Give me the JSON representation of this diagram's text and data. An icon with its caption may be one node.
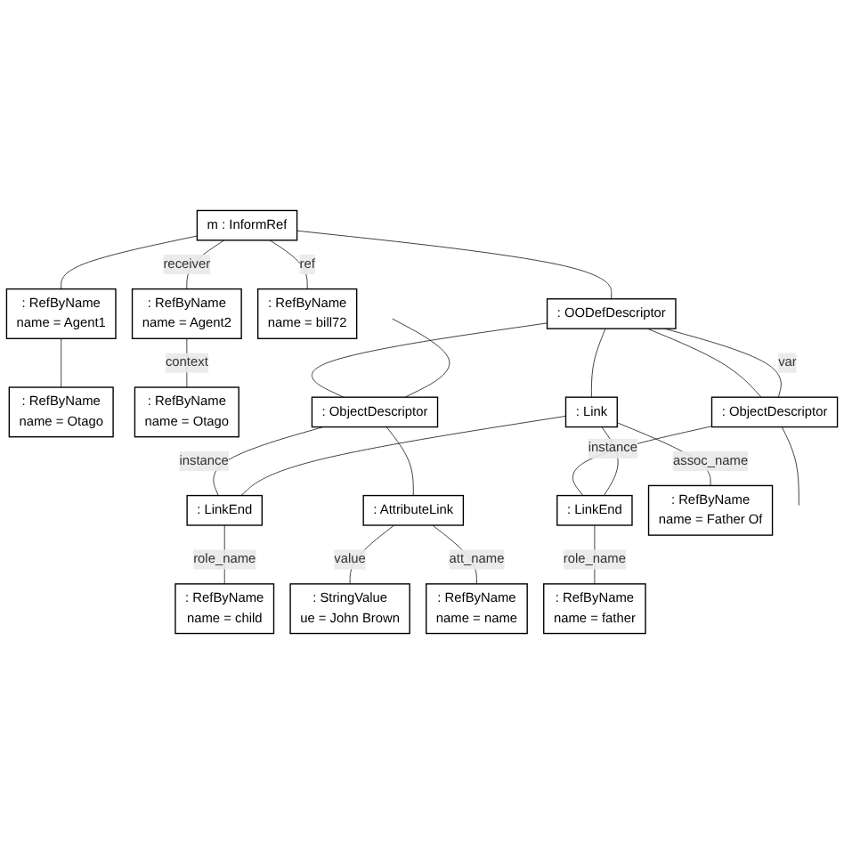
{
  "diagram": {
    "nodes": [
      {
        "text": [
          "m : InformRef"
        ]
      },
      {
        "text": [
          ": RefByName",
          "name = Agent1"
        ]
      },
      {
        "text": [
          ": RefByName",
          "name = Otago"
        ]
      },
      {
        "text": [
          ": RefByName",
          "name = Agent2"
        ]
      },
      {
        "text": [
          ": RefByName",
          "name = Otago"
        ]
      },
      {
        "text": [
          ": RefByName",
          "name = bill72"
        ]
      },
      {
        "text": [
          ": OODefDescriptor"
        ]
      },
      {
        "text": [
          ": ObjectDescriptor"
        ]
      },
      {
        "text": [
          ": Link"
        ]
      },
      {
        "text": [
          ": ObjectDescriptor"
        ]
      },
      {
        "text": [
          ": LinkEnd"
        ]
      },
      {
        "text": [
          ": LinkEnd"
        ]
      },
      {
        "text": [
          ": AttributeLink"
        ]
      },
      {
        "text": [
          ": RefByName",
          "name = child"
        ]
      },
      {
        "text": [
          ": RefByName",
          "name = father"
        ]
      },
      {
        "text": [
          ": StringValue",
          "ue = John Brown"
        ]
      },
      {
        "text": [
          ": RefByName",
          "name = name"
        ]
      },
      {
        "text": [
          ": RefByName",
          "name = Father Of"
        ]
      }
    ],
    "edges": [
      {
        "from": 0,
        "to": 1,
        "arrow": "none"
      },
      {
        "from": 1,
        "to": 2,
        "arrow": "none"
      },
      {
        "from": 0,
        "to": 3,
        "arrow": "none",
        "label": "receiver"
      },
      {
        "from": 3,
        "to": 4,
        "arrow": "none",
        "label": "context"
      },
      {
        "from": 0,
        "to": 5,
        "arrow": "none",
        "label": "ref"
      },
      {
        "from": 0,
        "to": 6,
        "arrow": "none"
      },
      {
        "from": 6,
        "to": 7,
        "arrow": "none"
      },
      {
        "from": 6,
        "to": 8,
        "arrow": "none"
      },
      {
        "from": 6,
        "to": 9,
        "arrow": "none"
      },
      {
        "from": 6,
        "to": 9,
        "arrow": "none",
        "label": "var"
      },
      {
        "from": null,
        "to": 7,
        "arrow": "none"
      },
      {
        "from": 9,
        "to": null,
        "arrow": "none"
      },
      {
        "from": 7,
        "to": 10,
        "arrow": "none",
        "label": "instance"
      },
      {
        "from": 9,
        "to": 11,
        "arrow": "none",
        "label": "instance"
      },
      {
        "from": 8,
        "to": 10,
        "arrow": "none"
      },
      {
        "from": 8,
        "to": 11,
        "arrow": "none"
      },
      {
        "from": 8,
        "to": 17,
        "arrow": "none",
        "label": "assoc_name"
      },
      {
        "from": 10,
        "to": 13,
        "arrow": "none",
        "label": "role_name"
      },
      {
        "from": 11,
        "to": 14,
        "arrow": "none",
        "label": "role_name"
      },
      {
        "from": 7,
        "to": 12,
        "arrow": "none"
      },
      {
        "from": 12,
        "to": 15,
        "arrow": "none",
        "label": "value"
      },
      {
        "from": 12,
        "to": 16,
        "arrow": "none",
        "label": "att_name"
      }
    ]
  }
}
